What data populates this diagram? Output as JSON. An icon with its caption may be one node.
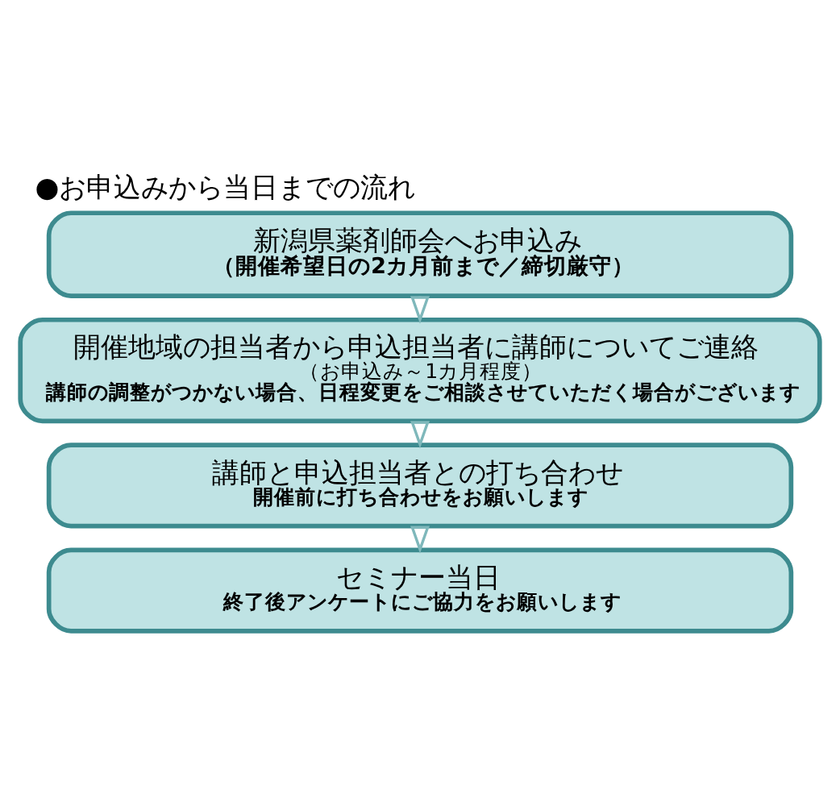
{
  "diagram": {
    "title": "●お申込みから当日までの流れ",
    "nodes": [
      {
        "text": [
          "新潟県薬剤師会へお申込み",
          "（開催希望日の2カ月前まで／締切厳守）"
        ]
      },
      {
        "text": [
          "開催地域の担当者から申込担当者に講師についてご連絡",
          "（お申込み～1カ月程度）",
          "講師の調整がつかない場合、日程変更をご相談させていただく場合がございます"
        ]
      },
      {
        "text": [
          "講師と申込担当者との打ち合わせ",
          "開催前に打ち合わせをお願いします"
        ]
      },
      {
        "text": [
          "セミナー当日",
          "終了後アンケートにご協力をお願いします"
        ]
      }
    ],
    "edges": [
      {
        "from": 0,
        "to": 1,
        "arrow": "to"
      },
      {
        "from": 1,
        "to": 2,
        "arrow": "to"
      },
      {
        "from": 2,
        "to": 3,
        "arrow": "to"
      }
    ]
  }
}
